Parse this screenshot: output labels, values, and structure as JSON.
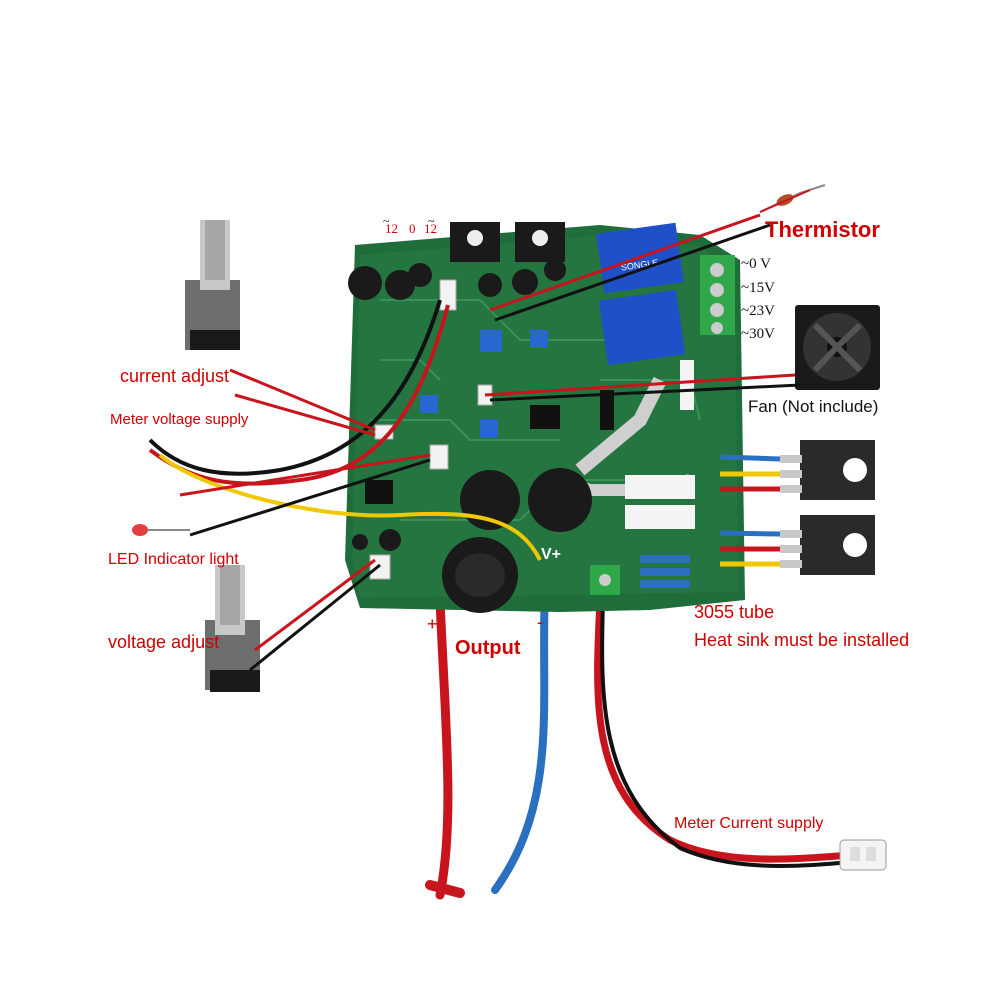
{
  "labels": {
    "current_adjust": "current adjust",
    "meter_voltage_supply": "Meter voltage supply",
    "led_indicator_light": "LED Indicator light",
    "voltage_adjust": "voltage adjust",
    "thermistor": "Thermistor",
    "fan": "Fan (Not include)",
    "tube": "3055 tube",
    "heat_sink": "Heat sink must be installed",
    "output": "Output",
    "plus": "+",
    "minus": "-",
    "meter_current_supply": "Meter Current supply",
    "vplus": "V+",
    "ac_taps": [
      "~0 V",
      "~15V",
      "~23V",
      "~30V"
    ],
    "transformer_in": [
      "~",
      "~"
    ],
    "transformer_vals": [
      "12",
      "0",
      "12"
    ]
  },
  "colors": {
    "pcb": "#1f6d3a",
    "label_red": "#d10000",
    "wire_red": "#c8141c",
    "wire_blue": "#2a6fc0",
    "wire_yellow": "#f0c800"
  },
  "icons": [
    "potentiometer-icon",
    "fan-icon",
    "transistor-icon",
    "thermistor-icon",
    "led-icon",
    "connector-icon",
    "relay-icon",
    "capacitor-icon"
  ]
}
